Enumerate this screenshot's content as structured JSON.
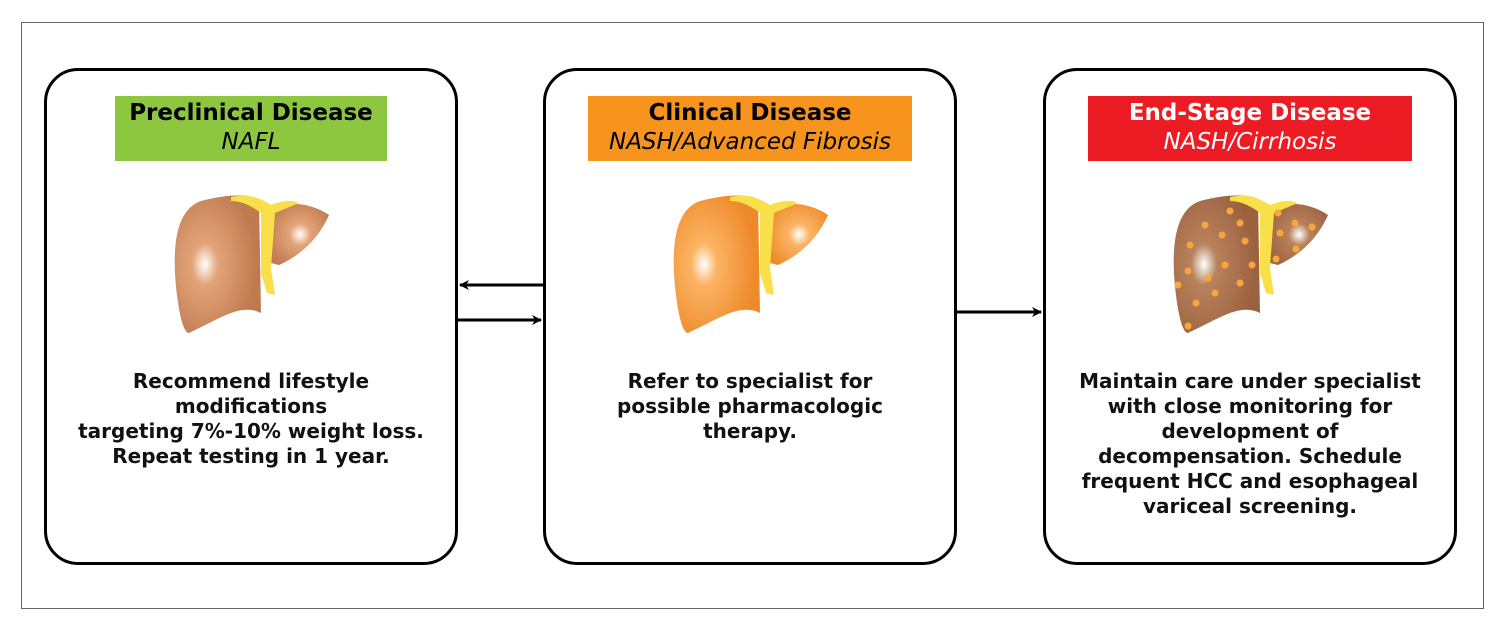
{
  "stages": [
    {
      "title": "Preclinical Disease",
      "subtitle": "NAFL",
      "color": "#8dc63f",
      "liver_style": "normal",
      "description": [
        "Recommend lifestyle",
        "modifications",
        "targeting 7%-10% weight loss.",
        "Repeat testing in 1 year."
      ]
    },
    {
      "title": "Clinical Disease",
      "subtitle": "NASH/Advanced Fibrosis",
      "color": "#f7941d",
      "liver_style": "fatty",
      "description": [
        "Refer to specialist for",
        "possible pharmacologic",
        "therapy."
      ]
    },
    {
      "title": "End-Stage Disease",
      "subtitle": "NASH/Cirrhosis",
      "color": "#ed1c24",
      "liver_style": "cirrhotic",
      "description": [
        "Maintain care under specialist",
        "with close monitoring for",
        "development of",
        "decompensation. Schedule",
        "frequent HCC and esophageal",
        "variceal screening."
      ]
    }
  ],
  "connections": [
    {
      "from": "Clinical Disease",
      "to": "Preclinical Disease"
    },
    {
      "from": "Preclinical Disease",
      "to": "Clinical Disease"
    },
    {
      "from": "Clinical Disease",
      "to": "End-Stage Disease"
    }
  ]
}
